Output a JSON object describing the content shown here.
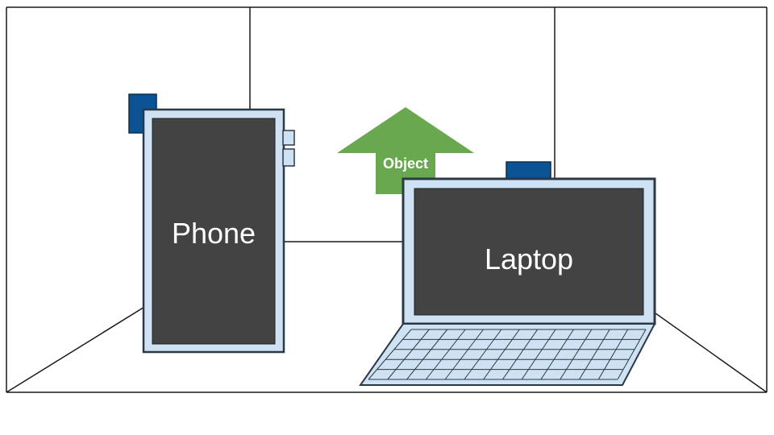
{
  "diagram": {
    "labels": {
      "phone": "Phone",
      "laptop": "Laptop",
      "arrow": "Object"
    },
    "colors": {
      "device_body": "#cfe2f3",
      "screen_dark": "#434343",
      "camera_blue": "#0b5394",
      "arrow_green": "#6aa84f",
      "outline_dark": "#2b3947",
      "room_line": "#1a1a1a",
      "label_white": "#ffffff"
    },
    "keyboard": {
      "columns": 13,
      "rows": 5
    }
  }
}
